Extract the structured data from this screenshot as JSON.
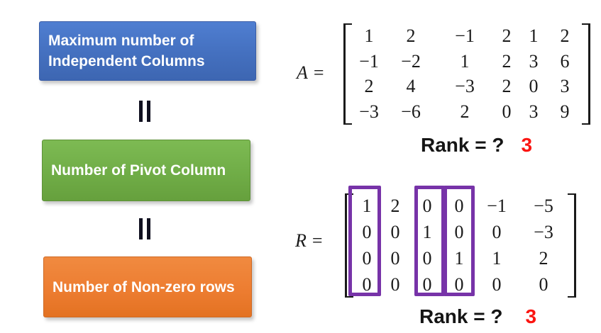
{
  "colors": {
    "box_blue": "#4472C4",
    "box_green": "#70AD47",
    "box_orange": "#ED7D31",
    "pivot_purple": "#7733A8",
    "answer_red": "#FB1511"
  },
  "eq_sign": "=",
  "boxes": [
    {
      "id": "independent-columns",
      "label": "Maximum number of Independent Columns"
    },
    {
      "id": "pivot-columns",
      "label": "Number of Pivot Column"
    },
    {
      "id": "nonzero-rows",
      "label": "Number of Non-zero rows"
    }
  ],
  "matrix_a": {
    "name": "A",
    "rows": [
      [
        "1",
        "2",
        "−1",
        "2",
        "1",
        "2"
      ],
      [
        "−1",
        "−2",
        "1",
        "2",
        "3",
        "6"
      ],
      [
        "2",
        "4",
        "−3",
        "2",
        "0",
        "3"
      ],
      [
        "−3",
        "−6",
        "2",
        "0",
        "3",
        "9"
      ]
    ]
  },
  "matrix_r": {
    "name": "R",
    "pivot_columns": [
      1,
      3,
      4
    ],
    "rows": [
      [
        "1",
        "2",
        "0",
        "0",
        "−1",
        "−5"
      ],
      [
        "0",
        "0",
        "1",
        "0",
        "0",
        "−3"
      ],
      [
        "0",
        "0",
        "0",
        "1",
        "1",
        "2"
      ],
      [
        "0",
        "0",
        "0",
        "0",
        "0",
        "0"
      ]
    ]
  },
  "rank_a": {
    "label": "Rank = ?",
    "answer": "3"
  },
  "rank_r": {
    "label": "Rank = ?",
    "answer": "3"
  }
}
